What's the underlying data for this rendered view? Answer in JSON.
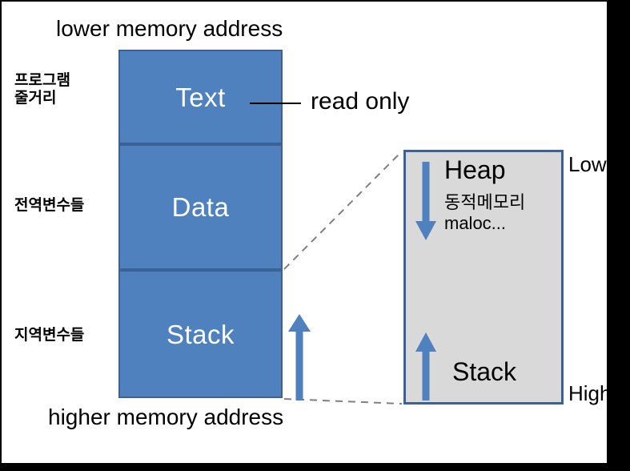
{
  "diagram": {
    "title_top": "lower memory address",
    "title_bottom": "higher memory address",
    "annotation_read_only": "read only",
    "colors": {
      "segment_fill": "#4e81bd",
      "segment_border": "#3a6296",
      "detail_fill": "#d9d9d9",
      "arrow": "#4e81bd",
      "text": "#000000",
      "segment_text": "#ffffff",
      "canvas": "#ffffff",
      "letterbox": "#000000"
    },
    "segments": [
      {
        "label": "Text",
        "side_label": "프로그램\n줄거리"
      },
      {
        "label": "Data",
        "side_label": "전역변수들"
      },
      {
        "label": "Stack",
        "side_label": "지역변수들"
      }
    ],
    "detail": {
      "heap_label": "Heap",
      "heap_sub": "동적메모리\nmaloc...",
      "stack_label": "Stack",
      "marker_low": "Low",
      "marker_high": "High",
      "heap_arrow_direction": "down",
      "stack_arrow_direction": "up"
    },
    "left_growth_arrow_direction": "up"
  }
}
